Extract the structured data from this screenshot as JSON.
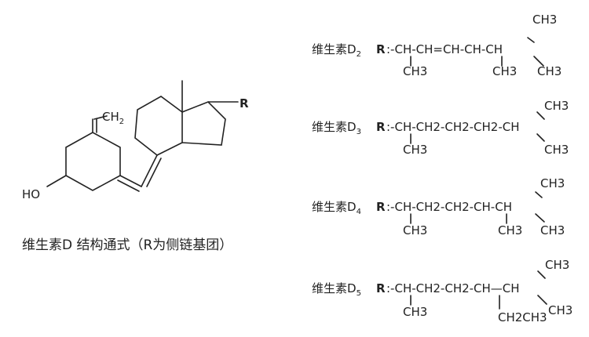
{
  "structure": {
    "ch2": "CH",
    "ch2_sub": "2",
    "ho": "HO",
    "r_group": "R",
    "caption": "维生素D 结构通式（R为侧链基团）"
  },
  "vitamins": [
    {
      "label": "维生素D",
      "sub": "2",
      "r": "R",
      "chain": ":-CH-CH=CH-CH-CH",
      "branches": [
        "CH3",
        "CH3",
        "CH3",
        "CH3"
      ]
    },
    {
      "label": "维生素D",
      "sub": "3",
      "r": "R",
      "chain": ":-CH-CH2-CH2-CH2-CH",
      "branches": [
        "CH3",
        "CH3",
        "CH3"
      ]
    },
    {
      "label": "维生素D",
      "sub": "4",
      "r": "R",
      "chain": ":-CH-CH2-CH2-CH-CH",
      "branches": [
        "CH3",
        "CH3",
        "CH3",
        "CH3"
      ]
    },
    {
      "label": "维生素D",
      "sub": "5",
      "r": "R",
      "chain": ":-CH-CH2-CH2-CH—CH",
      "branches": [
        "CH3",
        "CH2CH3",
        "CH3",
        "CH3"
      ]
    }
  ]
}
